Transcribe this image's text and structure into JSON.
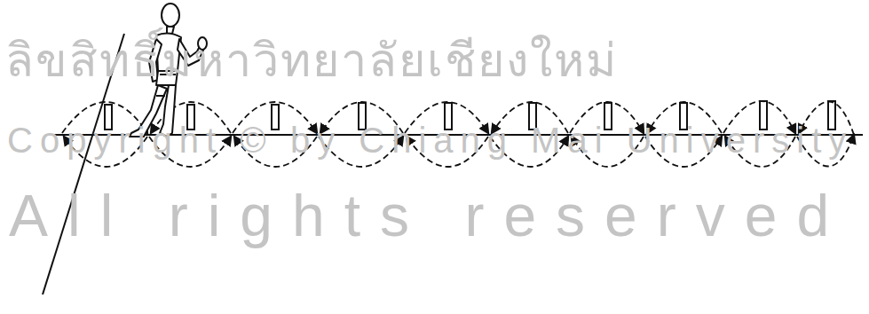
{
  "diagram": {
    "labels": [
      "ลิขสิทธิ์มหาวิทยาลัยเชียงใหม่",
      "Copyright © by Chiang Mai University",
      "All rights reserved"
    ]
  }
}
